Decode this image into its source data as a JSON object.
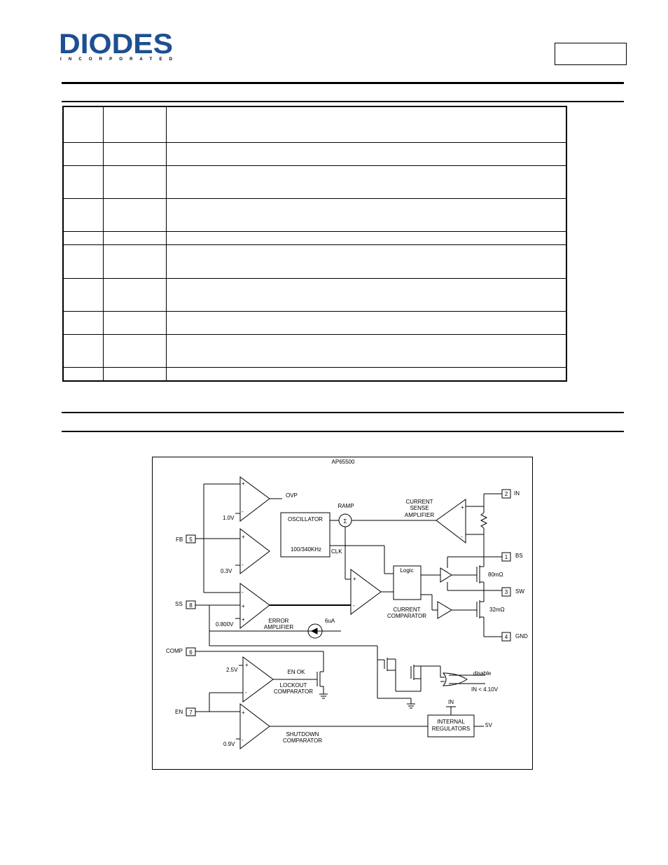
{
  "header": {
    "logo_text": "DIODES",
    "logo_sub": "I N C O R P O R A T E D",
    "logo_color": "#1d4f91"
  },
  "pin_table": {
    "row_count": 10
  },
  "block_diagram": {
    "title": "AP65500",
    "pins": [
      {
        "number": "2",
        "name": "IN"
      },
      {
        "number": "1",
        "name": "BS"
      },
      {
        "number": "3",
        "name": "SW"
      },
      {
        "number": "4",
        "name": "GND"
      },
      {
        "number": "5",
        "name": "FB"
      },
      {
        "number": "8",
        "name": "SS"
      },
      {
        "number": "6",
        "name": "COMP"
      },
      {
        "number": "7",
        "name": "EN"
      }
    ],
    "labels": {
      "ovp": "OVP",
      "v1": "1.0V",
      "v03": "0.3V",
      "v08": "0.800V",
      "v25": "2.5V",
      "v09": "0.9V",
      "oscillator": "OSCILLATOR",
      "freq": "100/340KHz",
      "ramp": "RAMP",
      "clk": "CLK",
      "csa1": "CURRENT",
      "csa2": "SENSE",
      "csa3": "AMPLIFIER",
      "logic": "Logic",
      "cc1": "CURRENT",
      "cc2": "COMPARATOR",
      "hs": "80mΩ",
      "ls": "32mΩ",
      "ea1": "ERROR",
      "ea2": "AMPLIFIER",
      "ss_current": "6uA",
      "en_ok": "EN OK",
      "lc1": "LOCKOUT",
      "lc2": "COMPARATOR",
      "disable": "disable",
      "uvlo": "IN < 4.10V",
      "in_label": "IN",
      "ir1": "INTERNAL",
      "ir2": "REGULATORS",
      "v5": "5V",
      "sd1": "SHUTDOWN",
      "sd2": "COMPARATOR",
      "plus": "+",
      "minus": "-",
      "sigma": "Σ"
    }
  }
}
